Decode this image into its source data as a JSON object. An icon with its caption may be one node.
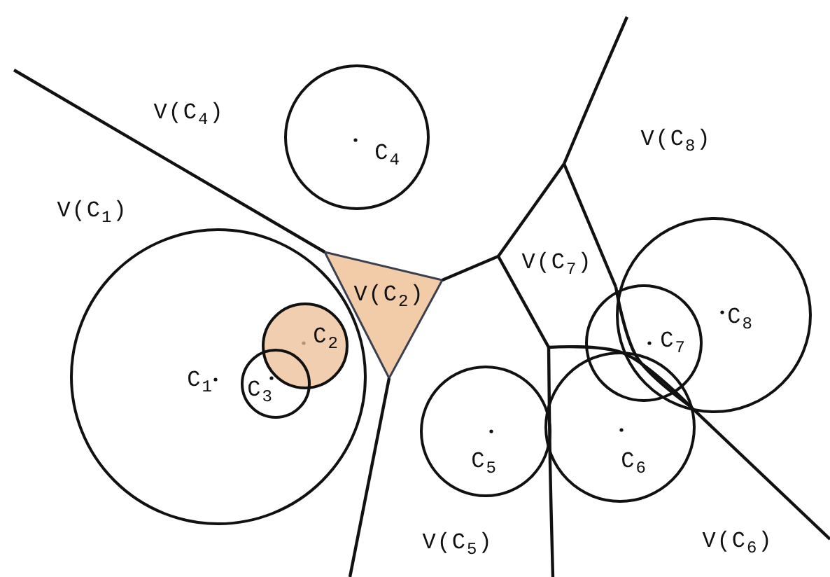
{
  "diagram": {
    "nodes": [
      {
        "text": [
          "C$_{4}$"
        ]
      },
      {
        "text": [
          "C$_{1}$"
        ]
      },
      {
        "text": [
          "C$_{2}$"
        ],
        "in": 1
      },
      {
        "text": [
          "C$_{3}$"
        ],
        "in": 1
      },
      {
        "text": [
          "C$_{8}$"
        ]
      },
      {
        "text": [
          "C$_{7}$"
        ]
      },
      {
        "text": [
          "C$_{5}$"
        ]
      },
      {
        "text": [
          "C$_{6}$"
        ]
      }
    ],
    "labels": [
      "V(C$_{4}$)",
      "V(C$_{8}$)",
      "V(C$_{1}$)",
      "V(C$_{7}$)",
      "V(C$_{2}$)",
      "V(C$_{5}$)",
      "V(C$_{6}$)"
    ]
  }
}
